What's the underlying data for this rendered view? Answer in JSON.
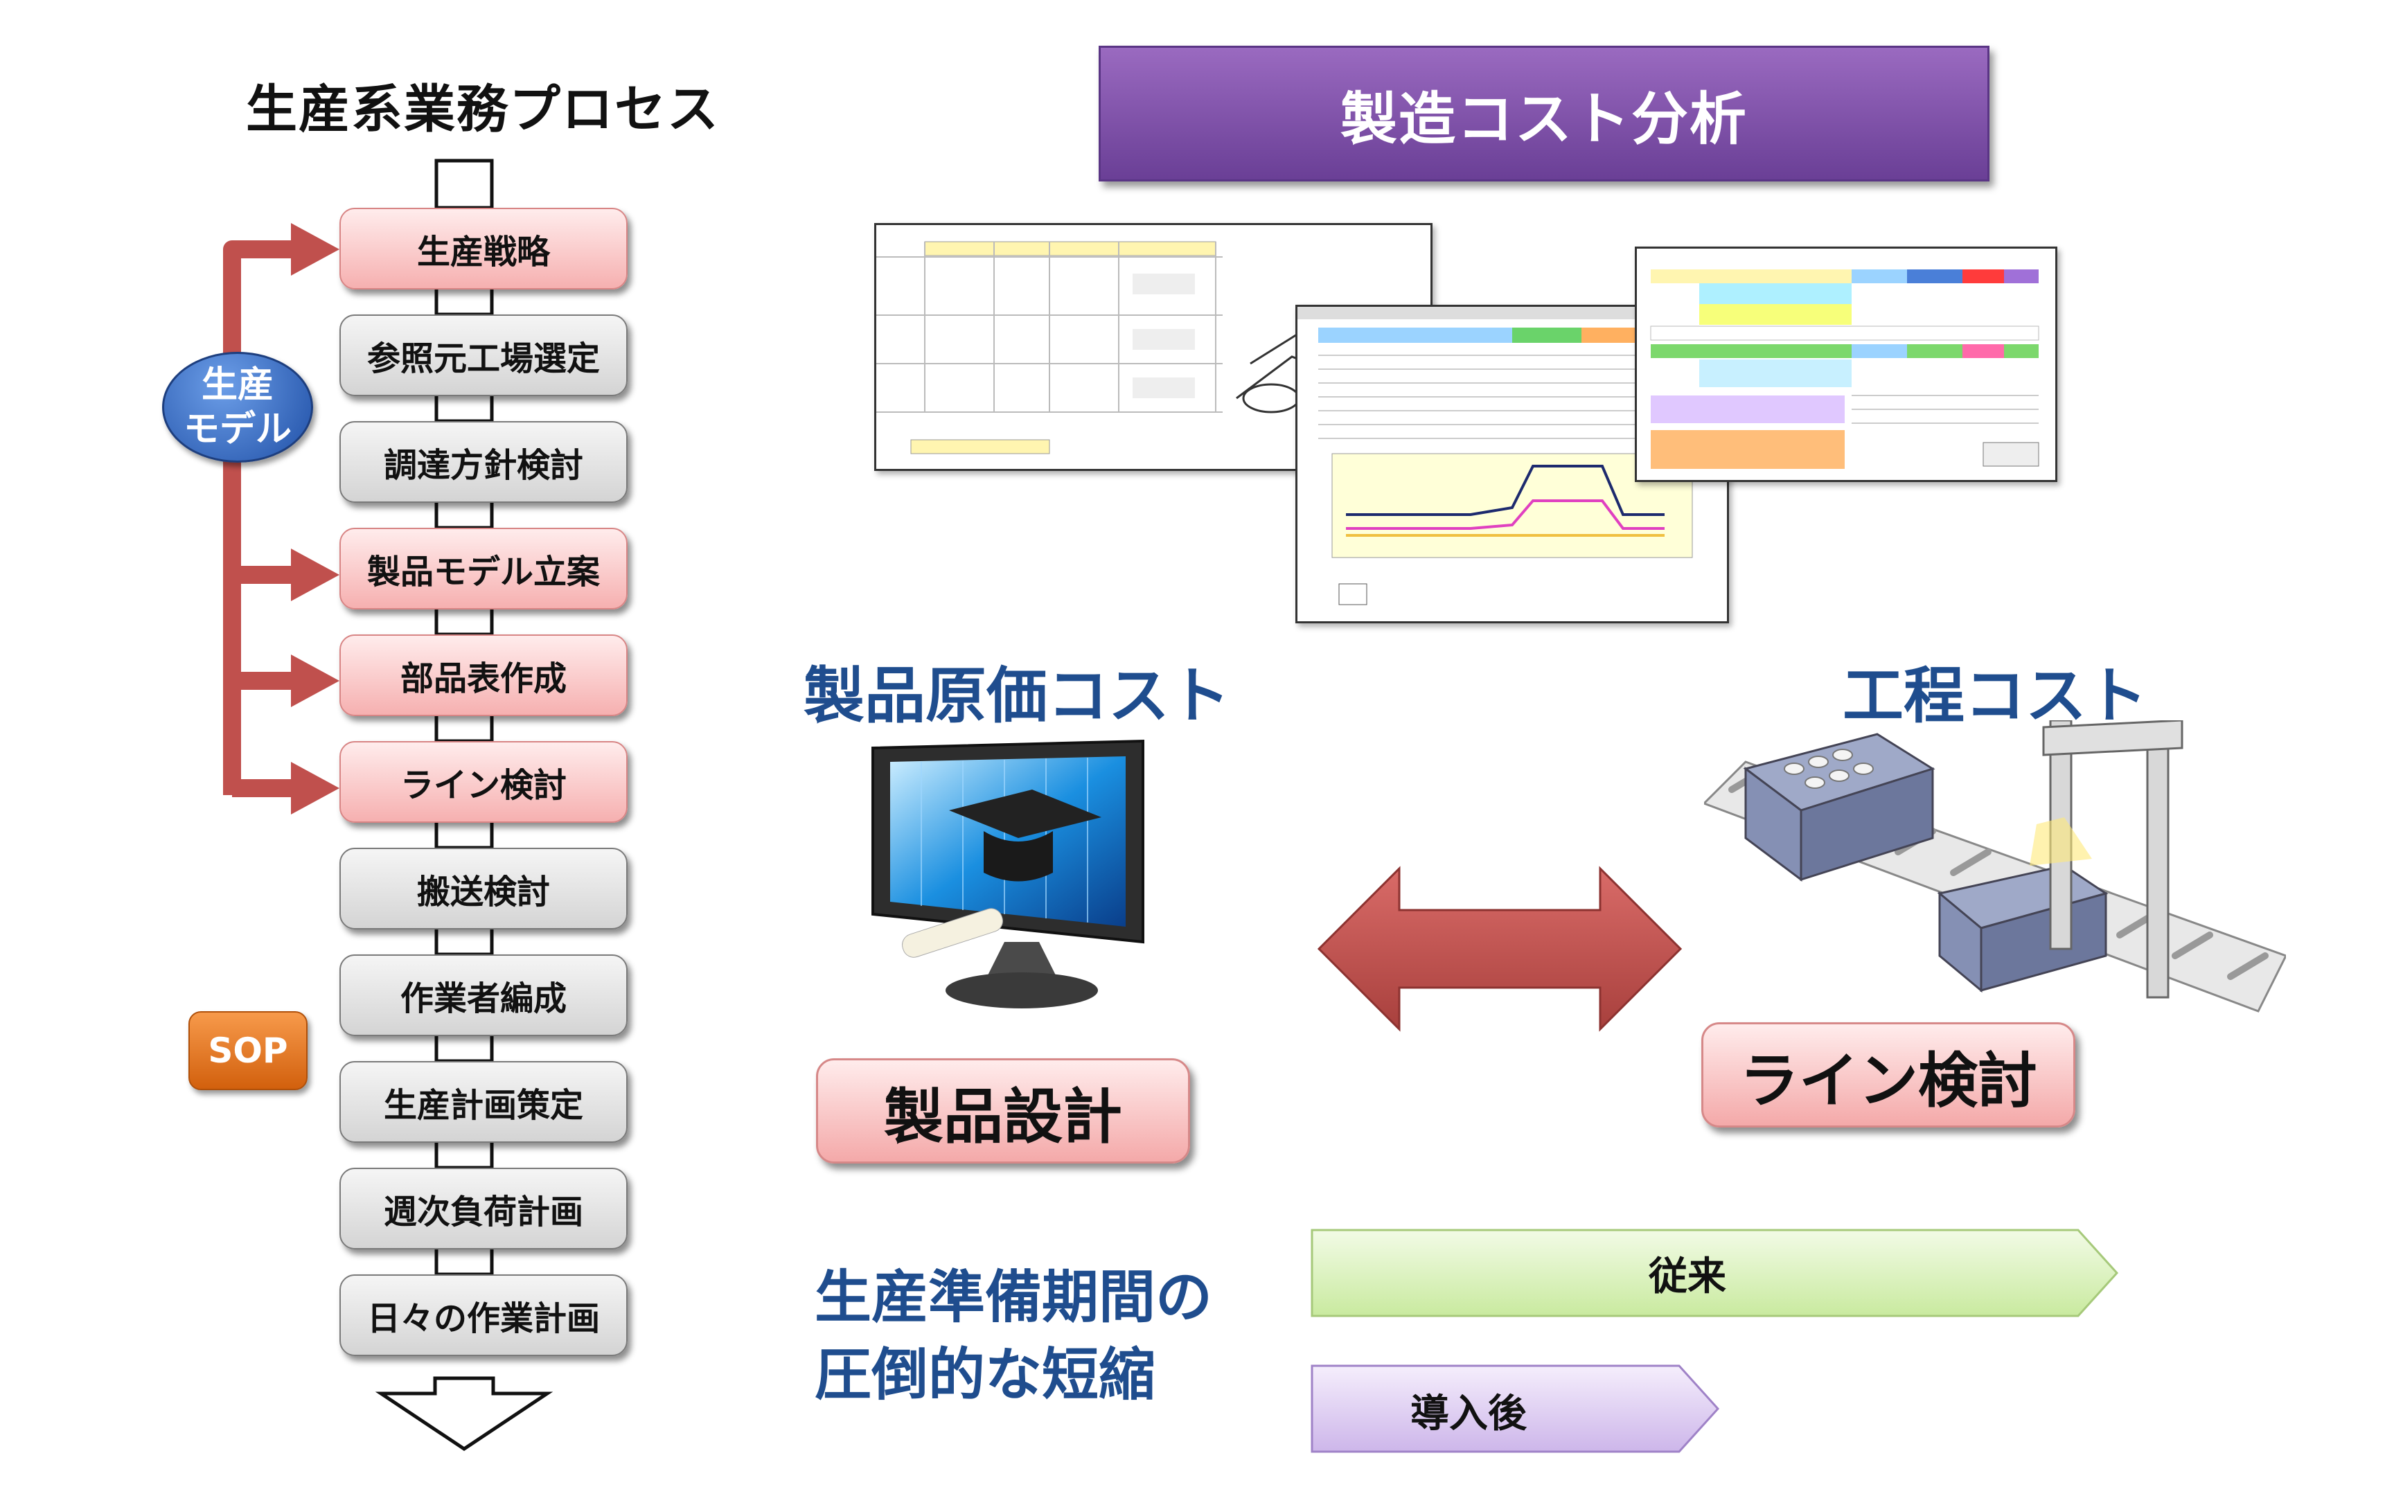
{
  "process": {
    "title": "生産系業務プロセス",
    "steps": [
      {
        "label": "生産戦略",
        "highlight": true
      },
      {
        "label": "参照元工場選定",
        "highlight": false
      },
      {
        "label": "調達方針検討",
        "highlight": false
      },
      {
        "label": "製品モデル立案",
        "highlight": true
      },
      {
        "label": "部品表作成",
        "highlight": true
      },
      {
        "label": "ライン検討",
        "highlight": true
      },
      {
        "label": "搬送検討",
        "highlight": false
      },
      {
        "label": "作業者編成",
        "highlight": false
      },
      {
        "label": "生産計画策定",
        "highlight": false
      },
      {
        "label": "週次負荷計画",
        "highlight": false
      },
      {
        "label": "日々の作業計画",
        "highlight": false
      }
    ],
    "model_badge": "生産\nモデル",
    "sop_badge": "SOP"
  },
  "analysis": {
    "banner": "製造コスト分析",
    "product_cost": "製品原価コスト",
    "process_cost": "工程コスト",
    "product_design_button": "製品設計",
    "line_review_button": "ライン検討"
  },
  "comparison": {
    "caption_line1": "生産準備期間の",
    "caption_line2": "圧倒的な短縮",
    "before_label": "従来",
    "after_label": "導入後"
  },
  "colors": {
    "accent_red": "#c0504d",
    "heading_blue": "#1f4d8e",
    "banner_purple": "#7b4fa6",
    "sop_orange": "#e46c0a",
    "model_blue": "#2f66c2",
    "before_green": "#d6efb8",
    "after_purple": "#d9c6ef"
  }
}
